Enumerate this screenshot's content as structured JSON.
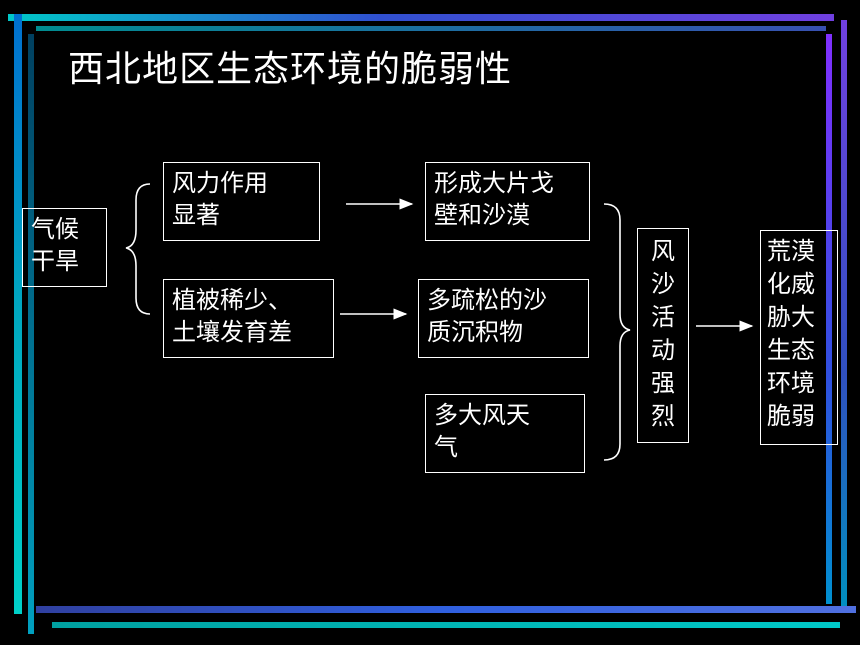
{
  "title": "西北地区生态环境的脆弱性",
  "nodes": {
    "climate": "气候\n干旱",
    "wind_force": "风力作用\n显著",
    "vegetation": "植被稀少、\n土壤发育差",
    "gobi": "形成大片戈\n壁和沙漠",
    "loose_sediment": "多疏松的沙\n质沉积物",
    "windy_weather": "多大风天\n气",
    "sand_activity": "风\n沙\n活\n动\n强\n烈",
    "desertification": "荒漠\n化威\n胁大\n生态\n环境\n脆弱"
  },
  "colors": {
    "background": "#000000",
    "text": "#ffffff"
  }
}
